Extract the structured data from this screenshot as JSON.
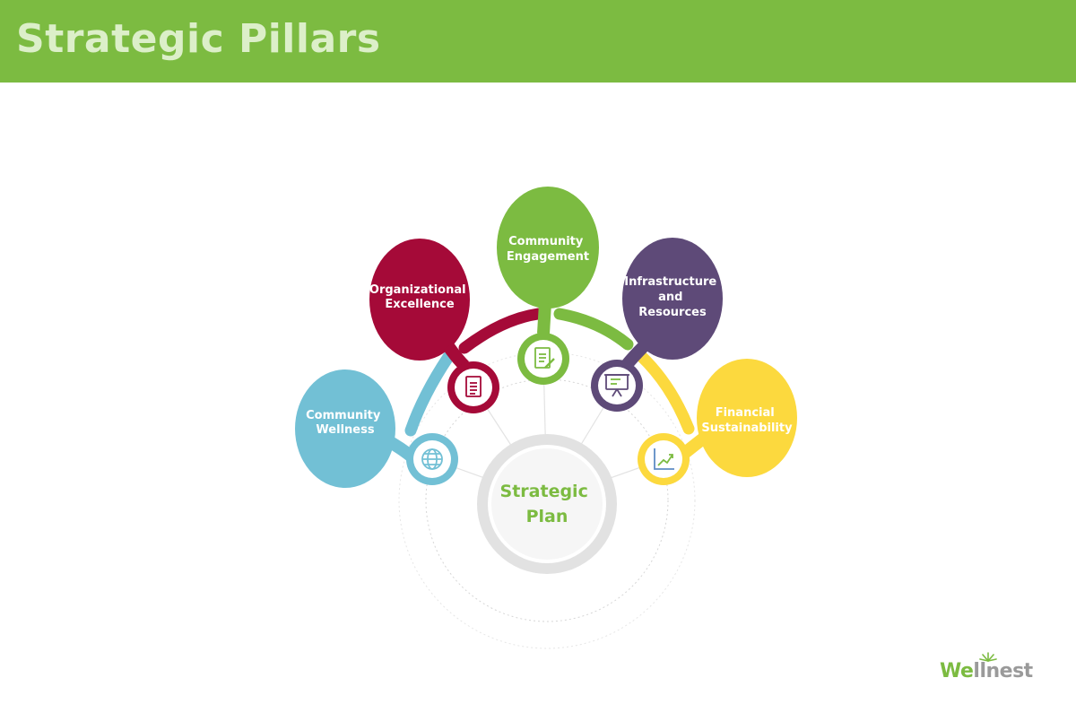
{
  "header": {
    "title": "Strategic Pillars"
  },
  "center": {
    "line1": "Strategic",
    "line2": "Plan"
  },
  "pillars": [
    {
      "id": "community-wellness",
      "lines": [
        "Community",
        "Wellness"
      ],
      "color": "#72c0d5",
      "icon": "globe-icon"
    },
    {
      "id": "organizational-excellence",
      "lines": [
        "Organizational",
        "Excellence"
      ],
      "color": "#a50a38",
      "icon": "document-icon"
    },
    {
      "id": "community-engagement",
      "lines": [
        "Community",
        "Engagement"
      ],
      "color": "#7cbb41",
      "icon": "notepad-pen-icon"
    },
    {
      "id": "infrastructure-and-resources",
      "lines": [
        "Infrastructure",
        "and",
        "Resources"
      ],
      "color": "#5e4a78",
      "icon": "presentation-board-icon"
    },
    {
      "id": "financial-sustainability",
      "lines": [
        "Financial",
        "Sustainability"
      ],
      "color": "#fcd93e",
      "icon": "growth-chart-icon"
    }
  ],
  "colors": {
    "header_bg": "#7cbb41",
    "header_text": "#dcefc9",
    "center_text": "#7cbb41",
    "center_ring": "#e2e2e2"
  },
  "logo": {
    "text_w": "We",
    "text_rest": "llnest"
  }
}
